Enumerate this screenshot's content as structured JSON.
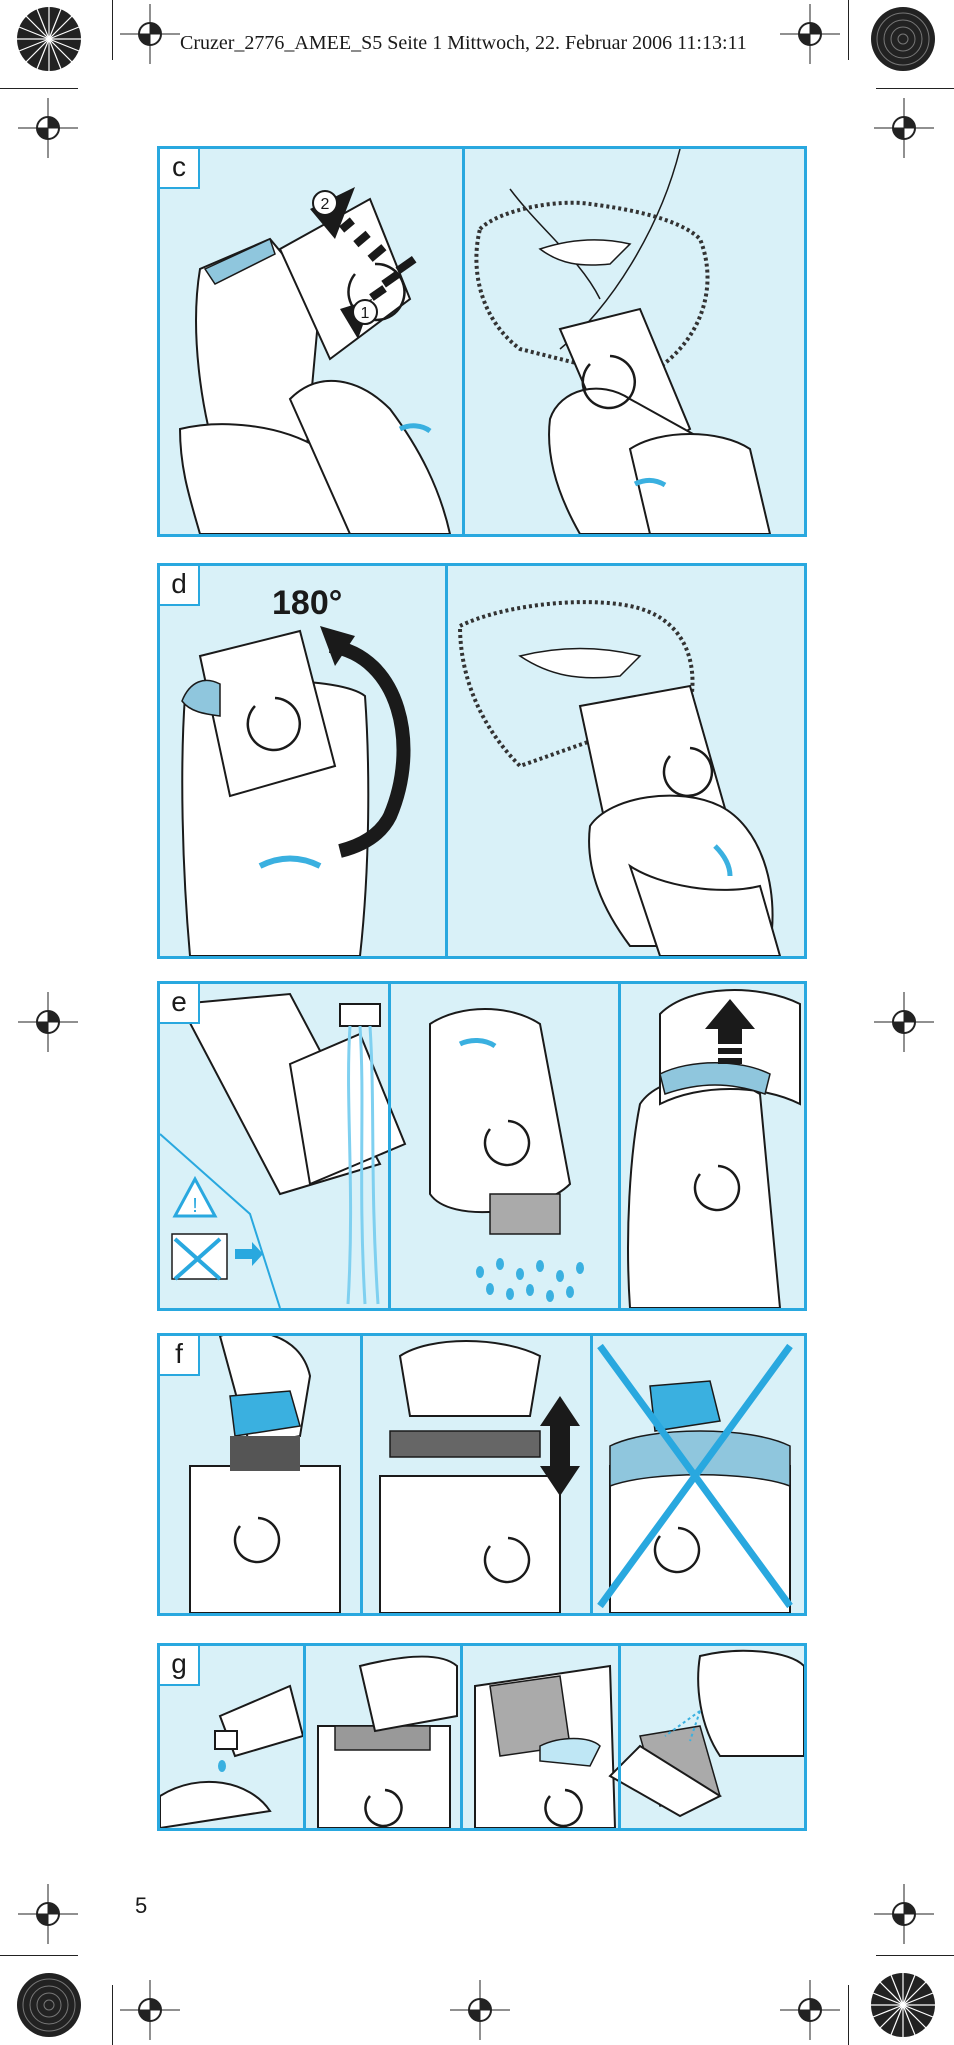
{
  "header": {
    "print_slug": "Cruzer_2776_AMEE_S5  Seite 1  Mittwoch, 22. Februar 2006  11:13:11"
  },
  "panels": [
    {
      "letter": "c",
      "steps": [
        "2",
        "1"
      ]
    },
    {
      "letter": "d",
      "angle_label": "180°"
    },
    {
      "letter": "e"
    },
    {
      "letter": "f"
    },
    {
      "letter": "g"
    }
  ],
  "page_number": "5",
  "colors": {
    "panel_fill": "#d9f1f8",
    "frame": "#29a8df",
    "accent_blue": "#3ab0e0",
    "ink": "#1a1a1a"
  }
}
